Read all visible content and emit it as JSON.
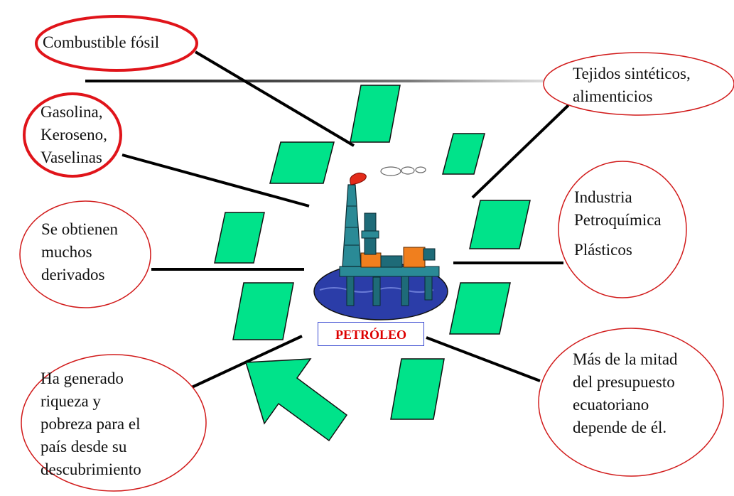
{
  "center": {
    "label": "PETRÓLEO"
  },
  "bubbles": [
    {
      "id": "combustible",
      "lines": [
        "Combustible fósil"
      ]
    },
    {
      "id": "gasolina",
      "lines": [
        "Gasolina,",
        "Keroseno,",
        "Vaselinas"
      ]
    },
    {
      "id": "derivados",
      "lines": [
        "Se obtienen",
        "muchos",
        "derivados"
      ]
    },
    {
      "id": "riqueza",
      "lines": [
        "Ha generado",
        "riqueza y",
        "pobreza para el",
        "país desde su",
        "descubrimiento"
      ]
    },
    {
      "id": "tejidos",
      "lines": [
        "Tejidos sintéticos,",
        "alimenticios"
      ]
    },
    {
      "id": "industria",
      "lines": [
        "Industria",
        "Petroquímica",
        "Plásticos"
      ]
    },
    {
      "id": "presupuesto",
      "lines": [
        "Más de la mitad",
        "del presupuesto",
        "ecuatoriano",
        "depende de él."
      ]
    }
  ],
  "colors": {
    "bubble_border": "#d11a1a",
    "bubble_border_bold": "#e0141a",
    "diamond_fill": "#00e38a",
    "diamond_stroke": "#111111",
    "arrow_fill": "#00e38a",
    "connector": "#000000",
    "label_text": "#dd0000",
    "label_border": "#3b4bd1"
  }
}
